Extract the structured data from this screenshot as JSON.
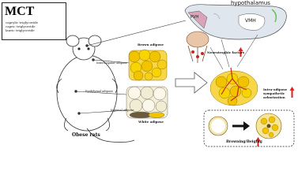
{
  "mct": {
    "title": "MCT",
    "items": [
      "caprylic triglyceride",
      "capric triglyceride",
      "lauric triglyceride"
    ]
  },
  "labels": {
    "hypothalamus": "hypothalamus",
    "pvh": "PVH",
    "vmh": "VMH",
    "brown_adipose": "Brown adipose",
    "interscapular_adipose": "Interscapular adipose",
    "epididymal_adipose": "Epididymal adipose",
    "inguinal_adipose": "Inguinal adipose",
    "white_adipose": "White adipose",
    "obese_rats": "Obese rats",
    "neurotrophic_factors": "Neurotrophic factors",
    "intra_adipose_arborization": "Intra-adipose sympathetic arborization",
    "browning_beiging": "Browning/Beiging"
  },
  "colors": {
    "up_arrow": "#e0201c",
    "brown_fat": "#f2c400",
    "white_fat": "#f4efd8",
    "nerve": "#c8281e",
    "hypothalamus_fill": "#dfe6ee"
  }
}
